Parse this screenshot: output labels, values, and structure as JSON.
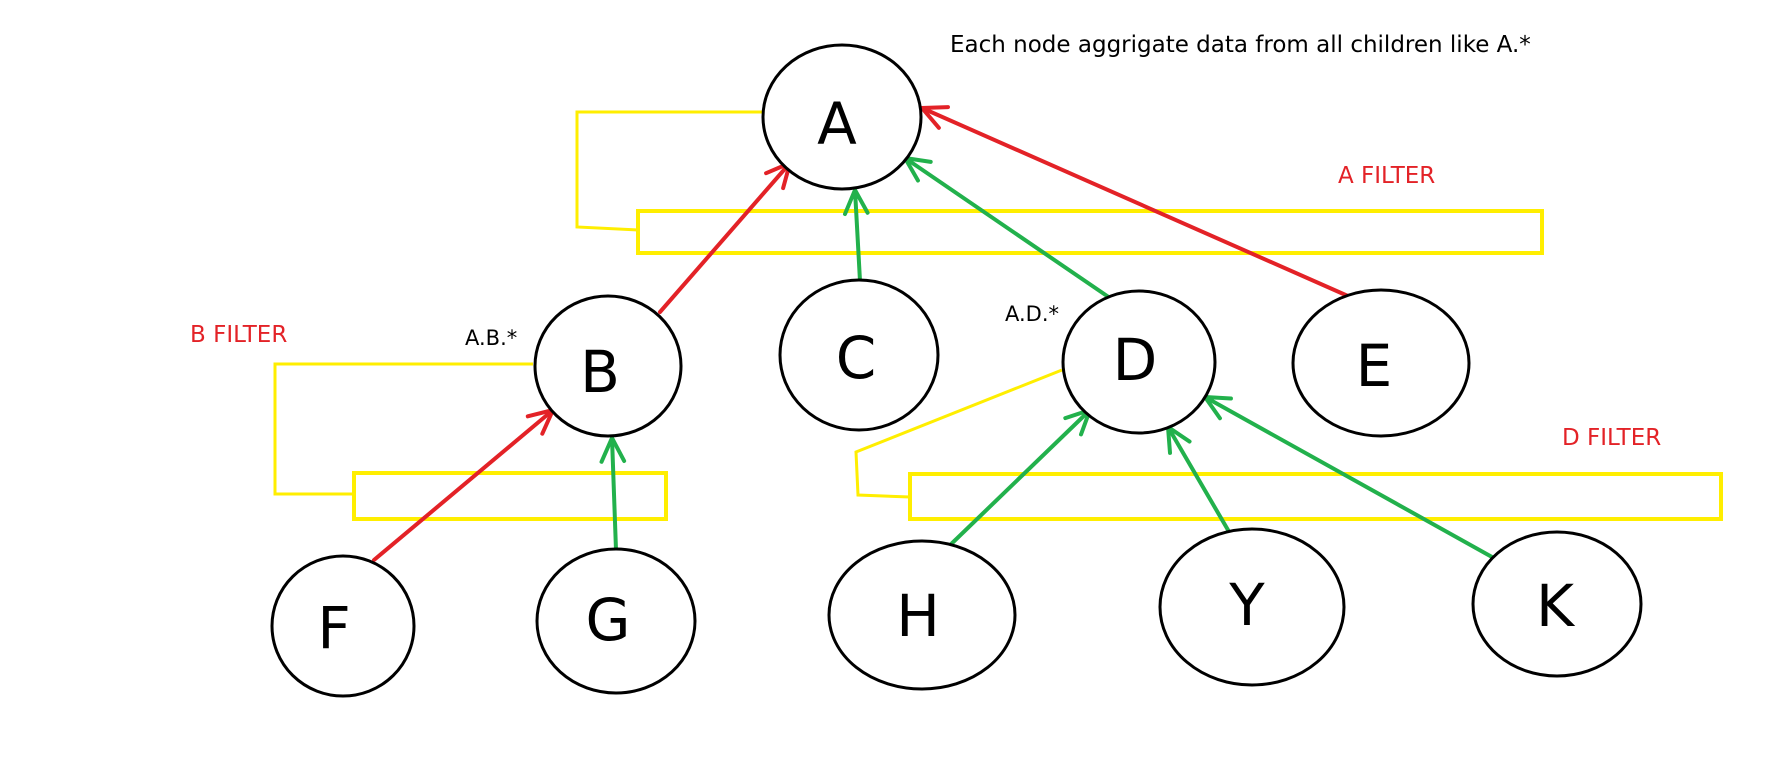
{
  "title_note": "Each node aggrigate data from all children like A.*",
  "colors": {
    "filter": "#ffee00",
    "filter_text": "#e32227",
    "red_edge": "#e32227",
    "green_edge": "#22b14c",
    "node_stroke": "#000000"
  },
  "nodes": {
    "A": "A",
    "B": "B",
    "C": "C",
    "D": "D",
    "E": "E",
    "F": "F",
    "G": "G",
    "H": "H",
    "Y": "Y",
    "K": "K"
  },
  "path_labels": {
    "B": "A.B.*",
    "D": "A.D.*"
  },
  "filters": {
    "A": "A FILTER",
    "B": "B FILTER",
    "D": "D FILTER"
  },
  "edges": [
    {
      "from": "B",
      "to": "A",
      "color": "red"
    },
    {
      "from": "C",
      "to": "A",
      "color": "green"
    },
    {
      "from": "D",
      "to": "A",
      "color": "green"
    },
    {
      "from": "E",
      "to": "A",
      "color": "red"
    },
    {
      "from": "F",
      "to": "B",
      "color": "red"
    },
    {
      "from": "G",
      "to": "B",
      "color": "green"
    },
    {
      "from": "H",
      "to": "D",
      "color": "green"
    },
    {
      "from": "Y",
      "to": "D",
      "color": "green"
    },
    {
      "from": "K",
      "to": "D",
      "color": "green"
    }
  ]
}
